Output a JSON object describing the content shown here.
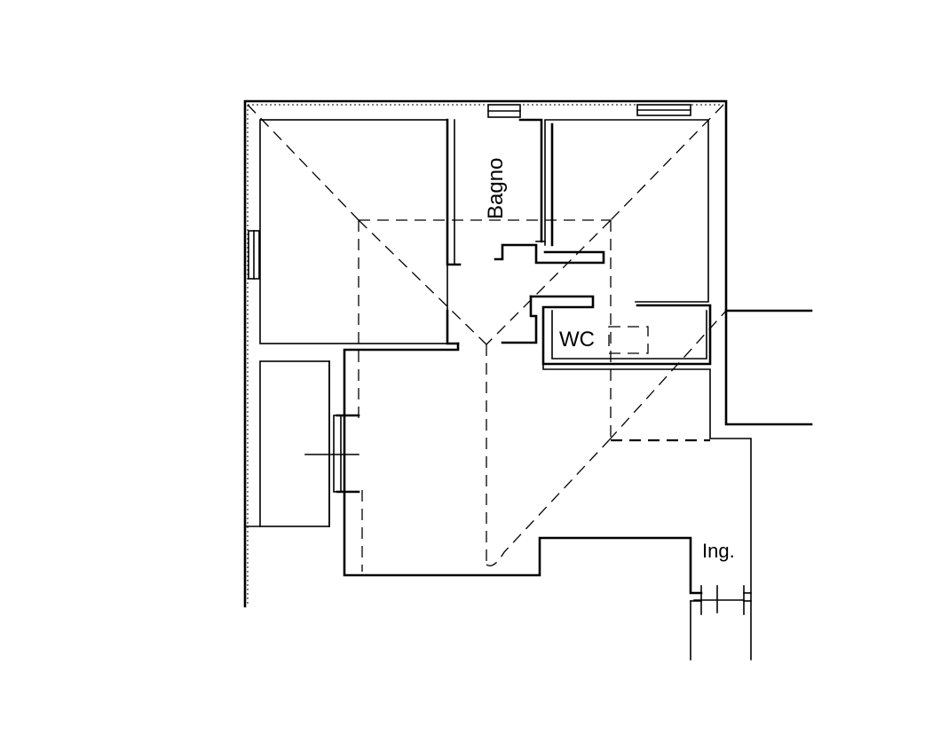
{
  "labels": {
    "bagno": "Bagno",
    "wc": "WC",
    "ingresso": "Ing."
  },
  "colors": {
    "line": "#000000",
    "background": "#ffffff"
  }
}
